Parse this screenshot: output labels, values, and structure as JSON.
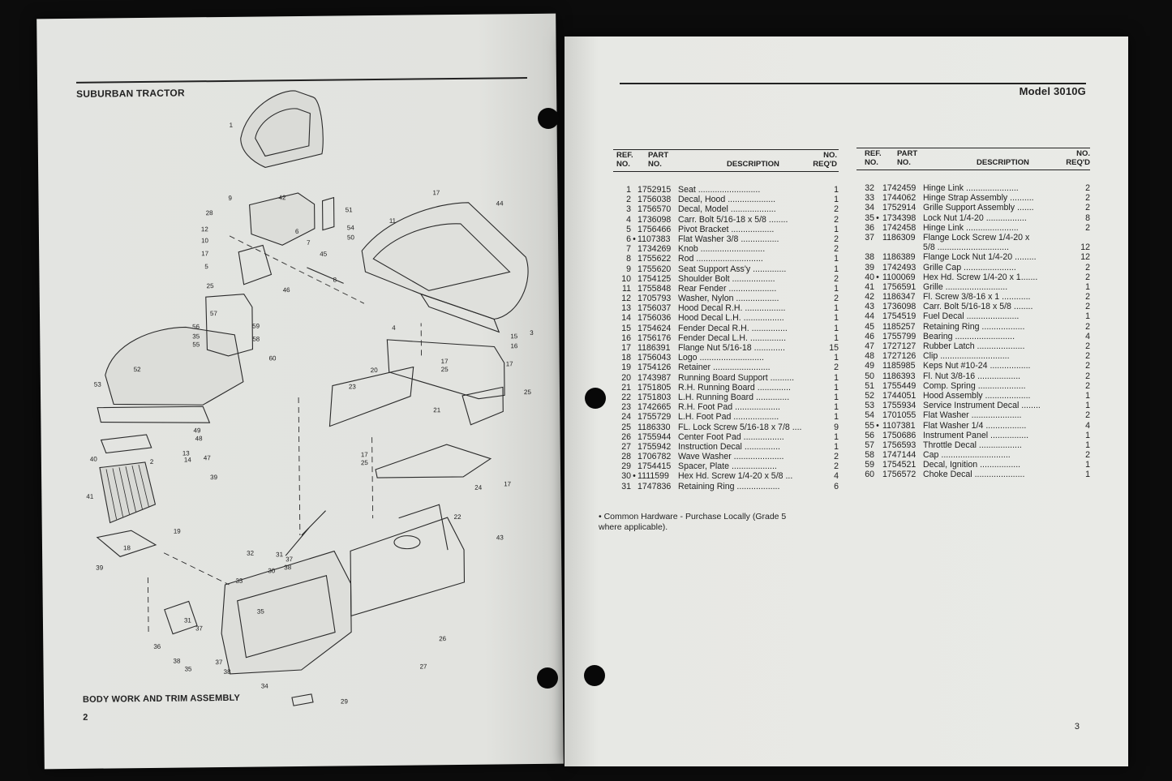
{
  "left_page": {
    "header": "SUBURBAN TRACTOR",
    "caption": "BODY WORK AND TRIM ASSEMBLY",
    "page_number": "2",
    "callouts": [
      "1",
      "42",
      "9",
      "28",
      "12",
      "10",
      "17",
      "5",
      "25",
      "51",
      "54",
      "50",
      "6",
      "7",
      "45",
      "8",
      "46",
      "57",
      "56",
      "35",
      "55",
      "59",
      "58",
      "60",
      "17",
      "44",
      "11",
      "15",
      "16",
      "3",
      "4",
      "52",
      "53",
      "49",
      "48",
      "47",
      "13",
      "14",
      "2",
      "40",
      "20",
      "17",
      "25",
      "17",
      "23",
      "21",
      "25",
      "17",
      "25",
      "24",
      "22",
      "17",
      "39",
      "41",
      "19",
      "18",
      "39",
      "43",
      "32",
      "31",
      "37",
      "38",
      "30",
      "33",
      "35",
      "31",
      "37",
      "36",
      "38",
      "35",
      "37",
      "38",
      "26",
      "27",
      "34",
      "29"
    ]
  },
  "right_page": {
    "model": "Model 3010G",
    "page_number": "3",
    "columns": {
      "ref": "REF.\nNO.",
      "part": "PART\nNO.",
      "description": "DESCRIPTION",
      "qty": "NO.\nREQ'D"
    },
    "table_left": [
      {
        "ref": "1",
        "dot": "",
        "part": "1752915",
        "desc": "Seat ..........................",
        "qty": "1"
      },
      {
        "ref": "2",
        "dot": "",
        "part": "1756038",
        "desc": "Decal, Hood ....................",
        "qty": "1"
      },
      {
        "ref": "3",
        "dot": "",
        "part": "1756570",
        "desc": "Decal, Model ...................",
        "qty": "2"
      },
      {
        "ref": "4",
        "dot": "",
        "part": "1736098",
        "desc": "Carr. Bolt 5/16-18 x 5/8 ........",
        "qty": "2"
      },
      {
        "ref": "5",
        "dot": "",
        "part": "1756466",
        "desc": "Pivot Bracket ..................",
        "qty": "1"
      },
      {
        "ref": "6",
        "dot": "•",
        "part": "1107383",
        "desc": "Flat Washer 3/8 ................",
        "qty": "2"
      },
      {
        "ref": "7",
        "dot": "",
        "part": "1734269",
        "desc": "Knob ...........................",
        "qty": "2"
      },
      {
        "ref": "8",
        "dot": "",
        "part": "1755622",
        "desc": "Rod ............................",
        "qty": "1"
      },
      {
        "ref": "9",
        "dot": "",
        "part": "1755620",
        "desc": "Seat Support Ass'y ..............",
        "qty": "1"
      },
      {
        "ref": "10",
        "dot": "",
        "part": "1754125",
        "desc": "Shoulder Bolt ..................",
        "qty": "2"
      },
      {
        "ref": "11",
        "dot": "",
        "part": "1755848",
        "desc": "Rear Fender ....................",
        "qty": "1"
      },
      {
        "ref": "12",
        "dot": "",
        "part": "1705793",
        "desc": "Washer, Nylon ..................",
        "qty": "2"
      },
      {
        "ref": "13",
        "dot": "",
        "part": "1756037",
        "desc": "Hood Decal R.H. .................",
        "qty": "1"
      },
      {
        "ref": "14",
        "dot": "",
        "part": "1756036",
        "desc": "Hood Decal L.H. .................",
        "qty": "1"
      },
      {
        "ref": "15",
        "dot": "",
        "part": "1754624",
        "desc": "Fender Decal R.H. ...............",
        "qty": "1"
      },
      {
        "ref": "16",
        "dot": "",
        "part": "1756176",
        "desc": "Fender Decal L.H. ...............",
        "qty": "1"
      },
      {
        "ref": "17",
        "dot": "",
        "part": "1186391",
        "desc": "Flange Nut 5/16-18 .............",
        "qty": "15"
      },
      {
        "ref": "18",
        "dot": "",
        "part": "1756043",
        "desc": "Logo ...........................",
        "qty": "1"
      },
      {
        "ref": "19",
        "dot": "",
        "part": "1754126",
        "desc": "Retainer ........................",
        "qty": "2"
      },
      {
        "ref": "20",
        "dot": "",
        "part": "1743987",
        "desc": "Running Board Support ..........",
        "qty": "1"
      },
      {
        "ref": "21",
        "dot": "",
        "part": "1751805",
        "desc": "R.H. Running Board ..............",
        "qty": "1"
      },
      {
        "ref": "22",
        "dot": "",
        "part": "1751803",
        "desc": "L.H. Running Board ..............",
        "qty": "1"
      },
      {
        "ref": "23",
        "dot": "",
        "part": "1742665",
        "desc": "R.H. Foot Pad ...................",
        "qty": "1"
      },
      {
        "ref": "24",
        "dot": "",
        "part": "1755729",
        "desc": "L.H. Foot Pad ...................",
        "qty": "1"
      },
      {
        "ref": "25",
        "dot": "",
        "part": "1186330",
        "desc": "FL. Lock Screw 5/16-18 x 7/8 ....",
        "qty": "9"
      },
      {
        "ref": "26",
        "dot": "",
        "part": "1755944",
        "desc": "Center Foot Pad .................",
        "qty": "1"
      },
      {
        "ref": "27",
        "dot": "",
        "part": "1755942",
        "desc": "Instruction Decal ...............",
        "qty": "1"
      },
      {
        "ref": "28",
        "dot": "",
        "part": "1706782",
        "desc": "Wave Washer .....................",
        "qty": "2"
      },
      {
        "ref": "29",
        "dot": "",
        "part": "1754415",
        "desc": "Spacer, Plate ...................",
        "qty": "2"
      },
      {
        "ref": "30",
        "dot": "•",
        "part": "1111599",
        "desc": "Hex Hd. Screw 1/4-20 x 5/8 ...",
        "qty": "4"
      },
      {
        "ref": "31",
        "dot": "",
        "part": "1747836",
        "desc": "Retaining Ring ..................",
        "qty": "6"
      }
    ],
    "table_right": [
      {
        "ref": "32",
        "dot": "",
        "part": "1742459",
        "desc": "Hinge Link ......................",
        "qty": "2"
      },
      {
        "ref": "33",
        "dot": "",
        "part": "1744062",
        "desc": "Hinge Strap Assembly ..........",
        "qty": "2"
      },
      {
        "ref": "34",
        "dot": "",
        "part": "1752914",
        "desc": "Grille Support Assembly .......",
        "qty": "2"
      },
      {
        "ref": "35",
        "dot": "•",
        "part": "1734398",
        "desc": "Lock Nut 1/4-20 .................",
        "qty": "8"
      },
      {
        "ref": "36",
        "dot": "",
        "part": "1742458",
        "desc": "Hinge Link ......................",
        "qty": "2"
      },
      {
        "ref": "37",
        "dot": "",
        "part": "1186309",
        "desc": "Flange Lock Screw 1/4-20 x",
        "qty": ""
      },
      {
        "ref": "",
        "dot": "",
        "part": "",
        "desc": "5/8 ..............................",
        "qty": "12"
      },
      {
        "ref": "38",
        "dot": "",
        "part": "1186389",
        "desc": "Flange Lock Nut 1/4-20 .........",
        "qty": "12"
      },
      {
        "ref": "39",
        "dot": "",
        "part": "1742493",
        "desc": "Grille Cap ......................",
        "qty": "2"
      },
      {
        "ref": "40",
        "dot": "•",
        "part": "1100069",
        "desc": "Hex Hd. Screw 1/4-20 x 1.......",
        "qty": "2"
      },
      {
        "ref": "41",
        "dot": "",
        "part": "1756591",
        "desc": "Grille ..........................",
        "qty": "1"
      },
      {
        "ref": "42",
        "dot": "",
        "part": "1186347",
        "desc": "Fl. Screw 3/8-16 x 1 ............",
        "qty": "2"
      },
      {
        "ref": "43",
        "dot": "",
        "part": "1736098",
        "desc": "Carr. Bolt 5/16-18 x 5/8 ........",
        "qty": "2"
      },
      {
        "ref": "44",
        "dot": "",
        "part": "1754519",
        "desc": "Fuel Decal ......................",
        "qty": "1"
      },
      {
        "ref": "45",
        "dot": "",
        "part": "1185257",
        "desc": "Retaining Ring ..................",
        "qty": "2"
      },
      {
        "ref": "46",
        "dot": "",
        "part": "1755799",
        "desc": "Bearing .........................",
        "qty": "4"
      },
      {
        "ref": "47",
        "dot": "",
        "part": "1727127",
        "desc": "Rubber Latch ....................",
        "qty": "2"
      },
      {
        "ref": "48",
        "dot": "",
        "part": "1727126",
        "desc": "Clip .............................",
        "qty": "2"
      },
      {
        "ref": "49",
        "dot": "",
        "part": "1185985",
        "desc": "Keps Nut #10-24 .................",
        "qty": "2"
      },
      {
        "ref": "50",
        "dot": "",
        "part": "1186393",
        "desc": "Fl. Nut 3/8-16 ..................",
        "qty": "2"
      },
      {
        "ref": "51",
        "dot": "",
        "part": "1755449",
        "desc": "Comp. Spring ....................",
        "qty": "2"
      },
      {
        "ref": "52",
        "dot": "",
        "part": "1744051",
        "desc": "Hood Assembly ...................",
        "qty": "1"
      },
      {
        "ref": "53",
        "dot": "",
        "part": "1755934",
        "desc": "Service Instrument Decal ........",
        "qty": "1"
      },
      {
        "ref": "54",
        "dot": "",
        "part": "1701055",
        "desc": "Flat Washer .....................",
        "qty": "2"
      },
      {
        "ref": "55",
        "dot": "•",
        "part": "1107381",
        "desc": "Flat Washer 1/4 .................",
        "qty": "4"
      },
      {
        "ref": "56",
        "dot": "",
        "part": "1750686",
        "desc": "Instrument Panel ................",
        "qty": "1"
      },
      {
        "ref": "57",
        "dot": "",
        "part": "1756593",
        "desc": "Throttle Decal ..................",
        "qty": "1"
      },
      {
        "ref": "58",
        "dot": "",
        "part": "1747144",
        "desc": "Cap .............................",
        "qty": "2"
      },
      {
        "ref": "59",
        "dot": "",
        "part": "1754521",
        "desc": "Decal, Ignition .................",
        "qty": "1"
      },
      {
        "ref": "60",
        "dot": "",
        "part": "1756572",
        "desc": "Choke Decal .....................",
        "qty": "1"
      }
    ],
    "footnote": "• Common Hardware - Purchase Locally (Grade 5\nwhere applicable)."
  },
  "colors": {
    "paper": "#e4e5e2",
    "ink": "#222222",
    "background": "#0c0c0c"
  }
}
